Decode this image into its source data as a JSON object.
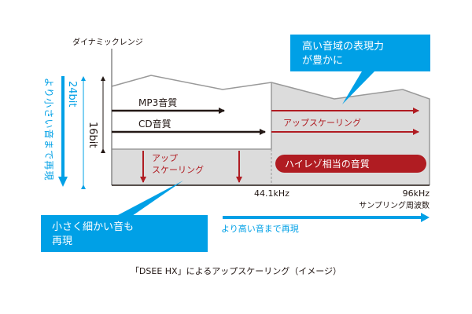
{
  "diagram": {
    "y_axis_label": "ダイナミックレンジ",
    "x_axis_label": "サンプリング周波数",
    "x_ticks": [
      "44.1kHz",
      "96kHz"
    ],
    "bit_labels": {
      "b16": "16bit",
      "b24": "24bit"
    },
    "arrows": {
      "mp3": "MP3音質",
      "cd": "CD音質"
    },
    "upscale_left": [
      "アップ",
      "スケーリング"
    ],
    "upscale_right": "アップスケーリング",
    "hires_badge": "ハイレゾ相当の音質",
    "left_blue_label": "より小さい音まで再現",
    "bottom_blue_label": "より高い音まで再現",
    "callout_top": [
      "高い音域の表現力",
      "が豊かに"
    ],
    "callout_bottom": [
      "小さく細かい音も",
      "再現"
    ],
    "caption": "「DSEE HX」によるアップスケーリング（イメージ）"
  },
  "colors": {
    "blue": "#00a0e6",
    "red": "#b01c22",
    "grey": "#dcdcdc",
    "dark": "#231815"
  }
}
